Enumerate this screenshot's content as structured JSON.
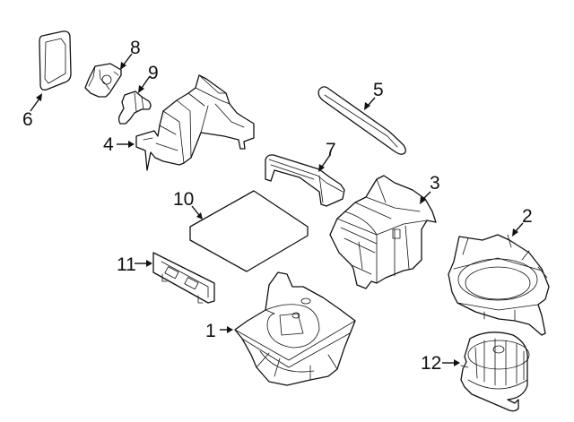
{
  "diagram": {
    "type": "exploded-parts-diagram",
    "subject": "HVAC blower assembly",
    "line_color": "#111111",
    "background_color": "#ffffff",
    "callouts": [
      {
        "id": "1",
        "label": "1",
        "part": "blower-housing"
      },
      {
        "id": "2",
        "label": "2",
        "part": "blower-case-lower"
      },
      {
        "id": "3",
        "label": "3",
        "part": "intake-case"
      },
      {
        "id": "4",
        "label": "4",
        "part": "air-duct"
      },
      {
        "id": "5",
        "label": "5",
        "part": "seal-strip"
      },
      {
        "id": "6",
        "label": "6",
        "part": "gasket"
      },
      {
        "id": "7",
        "label": "7",
        "part": "seal-bracket"
      },
      {
        "id": "8",
        "label": "8",
        "part": "actuator"
      },
      {
        "id": "9",
        "label": "9",
        "part": "sensor"
      },
      {
        "id": "10",
        "label": "10",
        "part": "cabin-air-filter"
      },
      {
        "id": "11",
        "label": "11",
        "part": "filter-cover"
      },
      {
        "id": "12",
        "label": "12",
        "part": "blower-motor"
      }
    ]
  }
}
